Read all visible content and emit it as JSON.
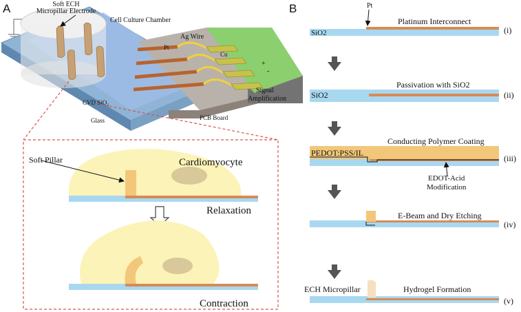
{
  "panel_a": {
    "letter": "A",
    "top_labels": {
      "electrode_line1": "Soft ECH",
      "electrode_line2": "Micropillar Electrode",
      "chamber": "Cell Culture Chamber",
      "ag_wire": "Ag Wire",
      "pt": "Pt",
      "cu": "Cu",
      "cvd_sio2": "CVD SiO₂",
      "glass": "Glass",
      "pcb": "PCB Board",
      "signal_line1": "Signal",
      "signal_line2": "Amplification",
      "plus": "+",
      "minus": "-"
    },
    "inset": {
      "soft_pillar": "Soft Pillar",
      "cardiomyocyte": "Cardiomyocyte",
      "relaxation": "Relaxation",
      "contraction": "Contraction"
    }
  },
  "panel_b": {
    "letter": "B",
    "pt_label": "Pt",
    "steps": [
      {
        "roman": "(i)",
        "title": "Platinum Interconnect",
        "layer_label": "SiO2"
      },
      {
        "roman": "(ii)",
        "title": "Passivation with SiO2",
        "layer_label": "SiO2"
      },
      {
        "roman": "(iii)",
        "title": "Conducting Polymer Coating",
        "layer_label": "PEDOT:PSS/IL",
        "note_line1": "EDOT-Acid",
        "note_line2": "Modification"
      },
      {
        "roman": "(iv)",
        "title": "E-Beam and Dry Etching"
      },
      {
        "roman": "(v)",
        "title": "Hydrogel Formation",
        "layer_label": "ECH Micropillar"
      }
    ]
  },
  "colors": {
    "substrate": "#a8d8f0",
    "platinum": "#d98a55",
    "polymer": "#f2c77a",
    "cell": "#fbf3b8",
    "nucleus": "#d8c89a",
    "pcb": "#9a8f85",
    "amplifier": "#8ccf6e",
    "inset_border": "#d9534f"
  }
}
